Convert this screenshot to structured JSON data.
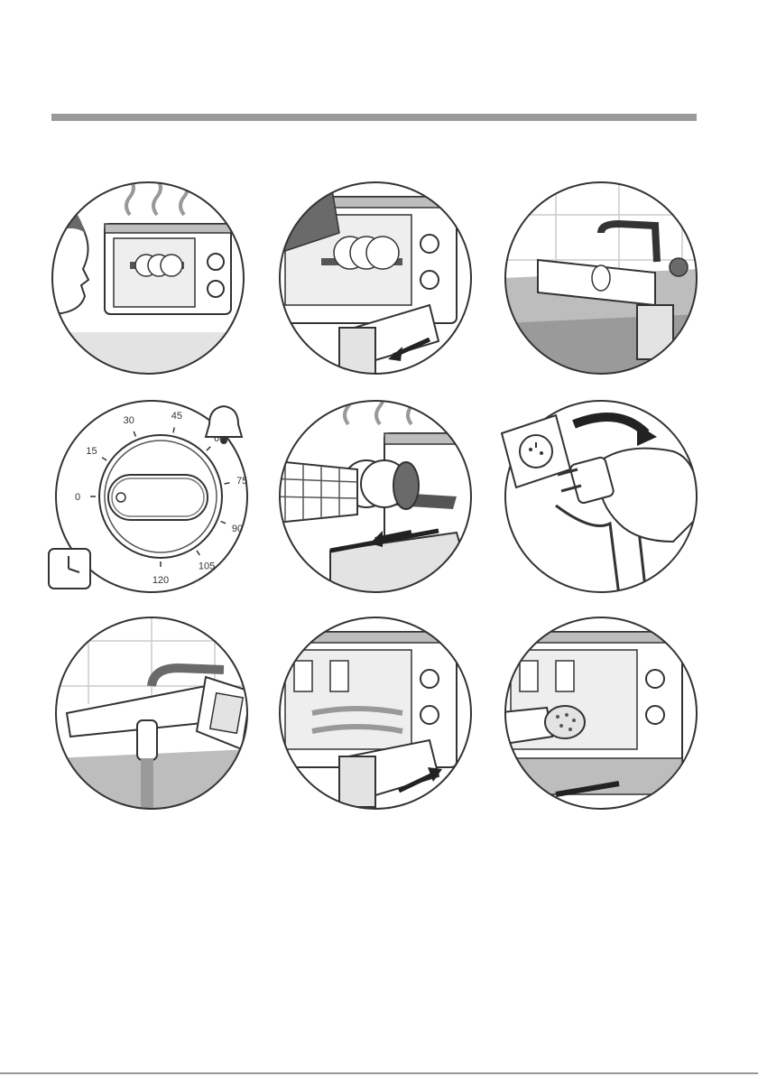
{
  "colors": {
    "outline": "#333333",
    "panel_fill": "#ffffff",
    "gray_light": "#e3e3e3",
    "gray_mid": "#bdbdbd",
    "gray_dark": "#6a6a6a",
    "rule": "#9a9a9a"
  },
  "panels": [
    {
      "name": "panel-smell-smoke",
      "icon": "face-smelling-oven-icon"
    },
    {
      "name": "panel-remove-tray",
      "icon": "oven-tray-removal-icon"
    },
    {
      "name": "panel-clean-tray-tap",
      "icon": "tray-under-tap-icon"
    },
    {
      "name": "panel-timer",
      "icon": "timer-dial-icon"
    },
    {
      "name": "panel-remove-rack",
      "icon": "oven-mitt-rack-icon"
    },
    {
      "name": "panel-unplug",
      "icon": "unplug-icon"
    },
    {
      "name": "panel-rinse-tray",
      "icon": "rinse-tray-icon"
    },
    {
      "name": "panel-insert-tray",
      "icon": "oven-tray-insert-icon"
    },
    {
      "name": "panel-wipe-oven",
      "icon": "sponge-cleaning-icon"
    }
  ],
  "timer": {
    "labels": [
      "0",
      "15",
      "30",
      "45",
      "60",
      "75",
      "90",
      "105",
      "120"
    ]
  }
}
